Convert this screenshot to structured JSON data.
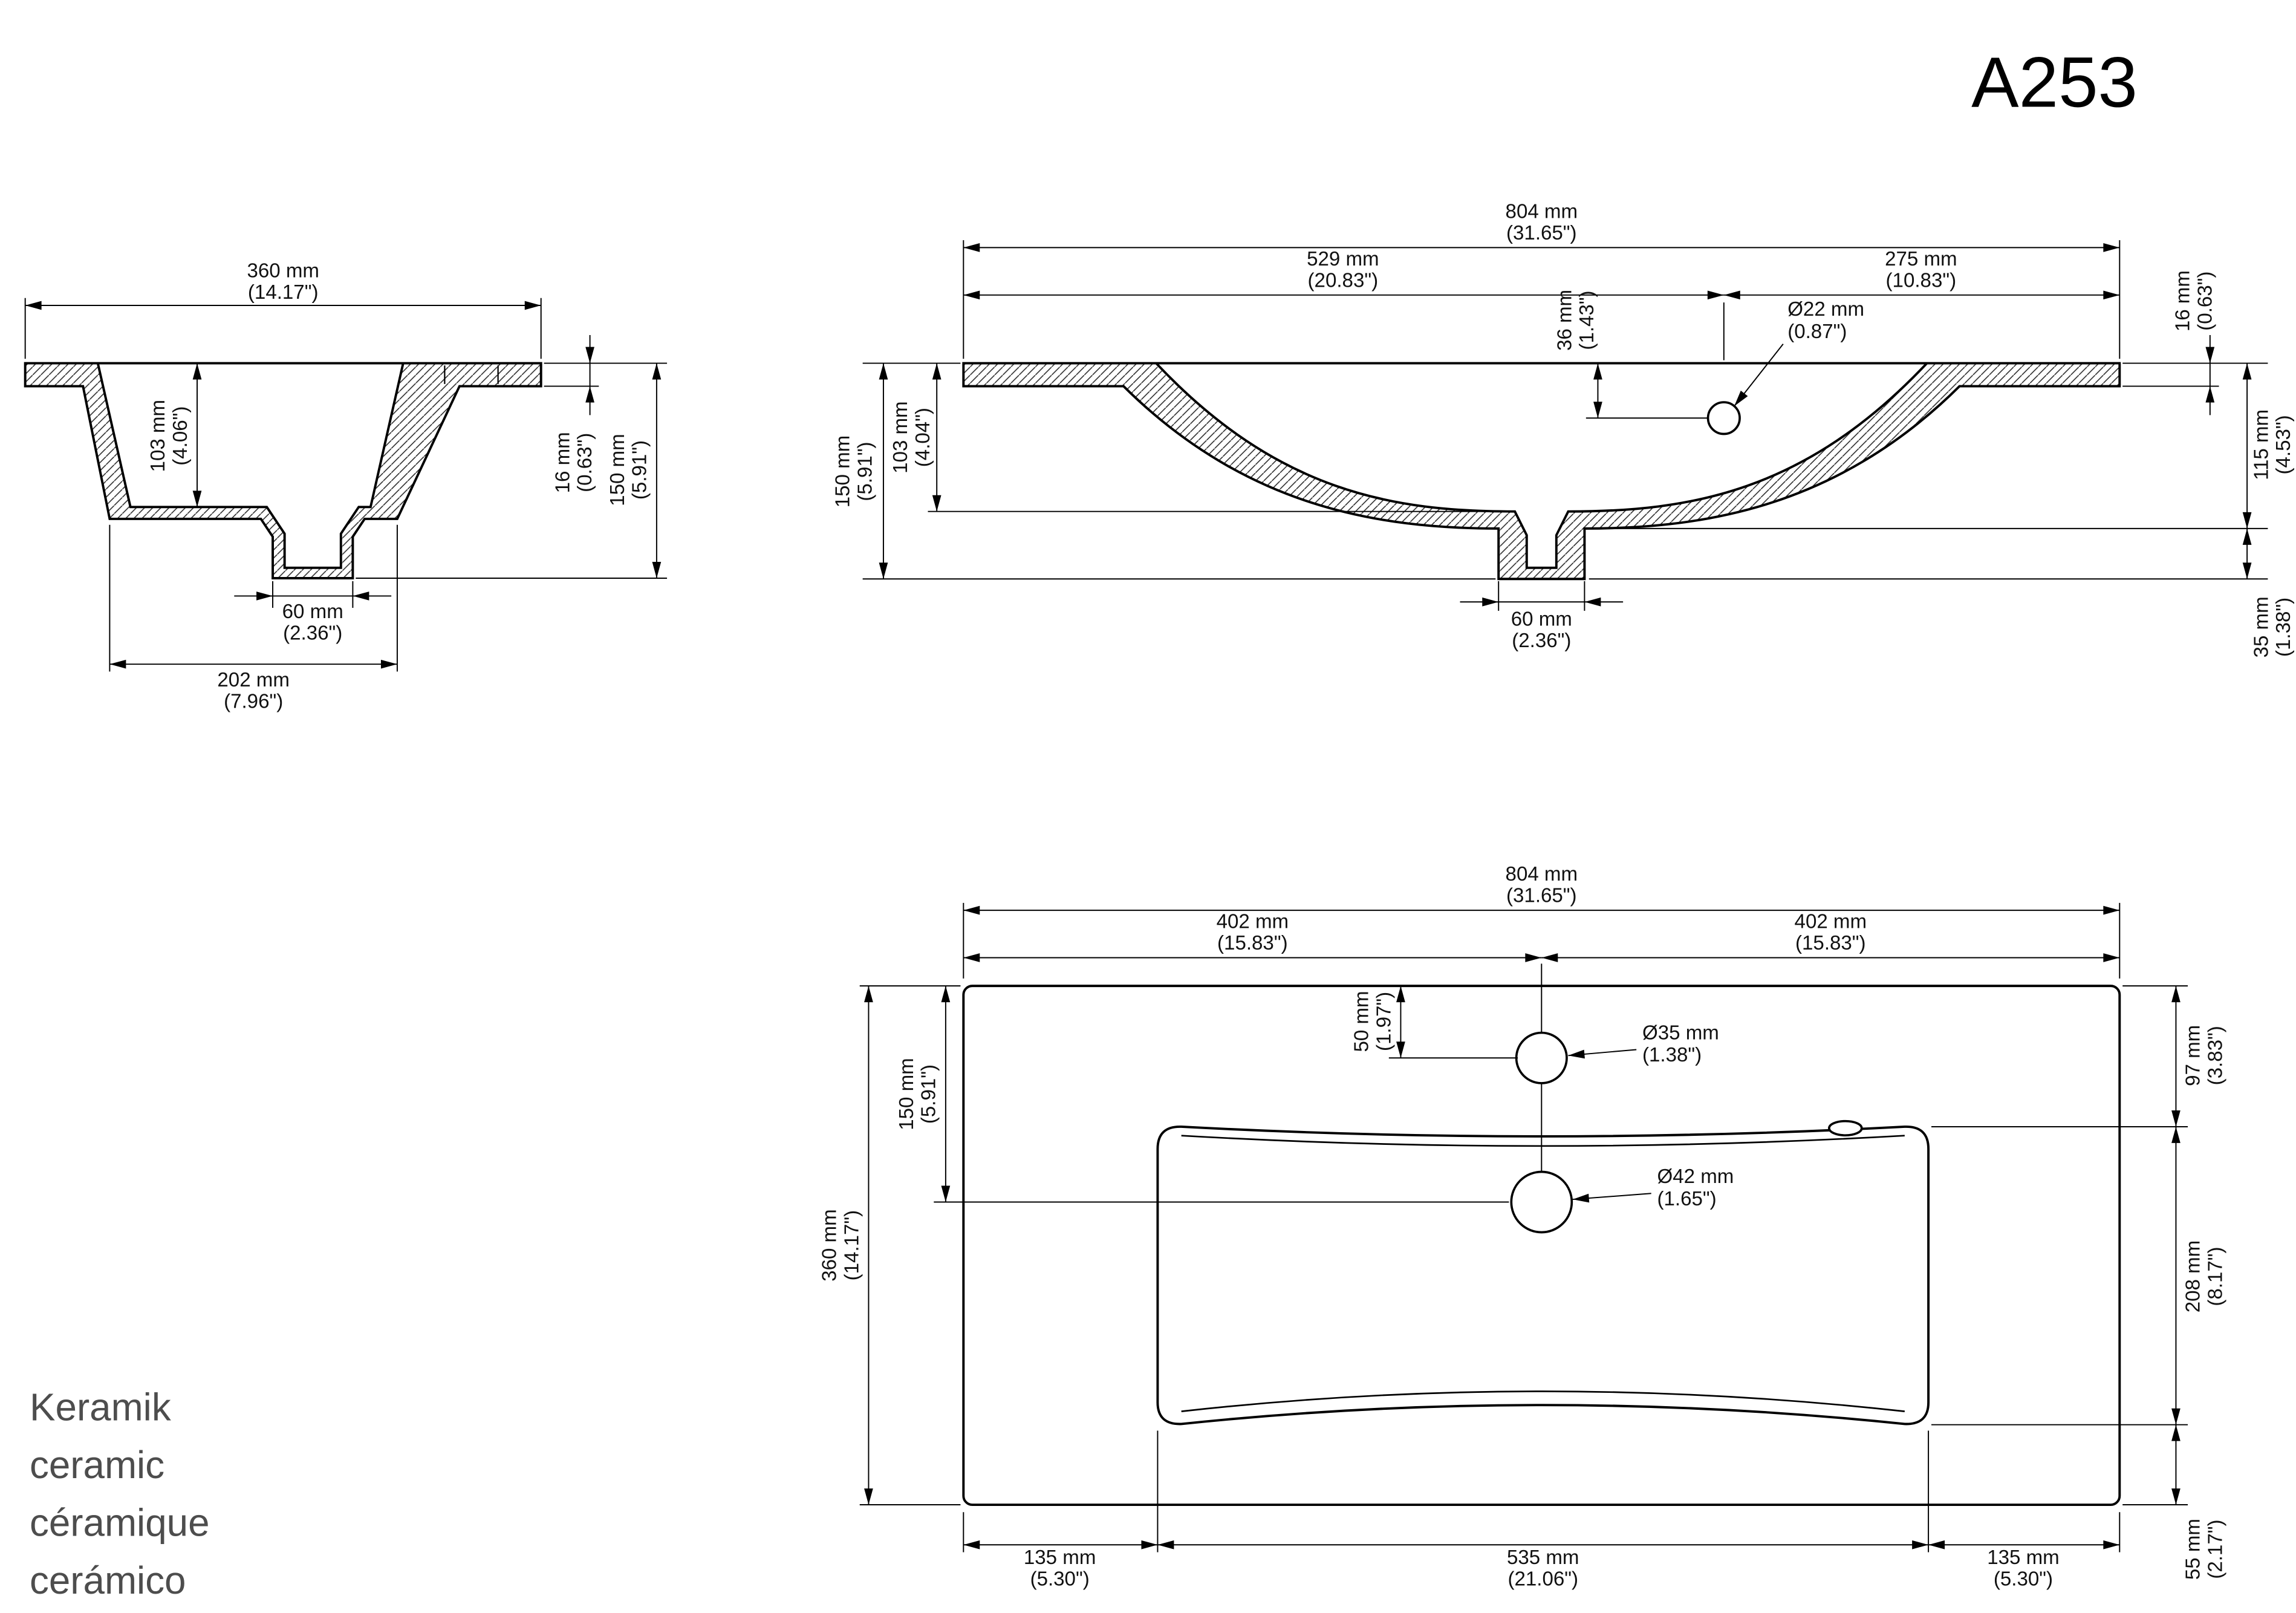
{
  "title": "A253",
  "materials": [
    "Keramik",
    "ceramic",
    "céramique",
    "cerámico"
  ],
  "side_view": {
    "width": {
      "mm": "360 mm",
      "in": "(14.17\")"
    },
    "depth": {
      "mm": "103 mm",
      "in": "(4.06\")"
    },
    "rim": {
      "mm": "16 mm",
      "in": "(0.63\")"
    },
    "height": {
      "mm": "150 mm",
      "in": "(5.91\")"
    },
    "drain": {
      "mm": "60 mm",
      "in": "(2.36\")"
    },
    "base": {
      "mm": "202 mm",
      "in": "(7.96\")"
    }
  },
  "front_view": {
    "width": {
      "mm": "804 mm",
      "in": "(31.65\")"
    },
    "left": {
      "mm": "529 mm",
      "in": "(20.83\")"
    },
    "right": {
      "mm": "275 mm",
      "in": "(10.83\")"
    },
    "overflow_depth": {
      "mm": "36 mm",
      "in": "(1.43\")"
    },
    "overflow_hole": {
      "mm": "Ø22 mm",
      "in": "(0.87\")"
    },
    "rim": {
      "mm": "16 mm",
      "in": "(0.63\")"
    },
    "height": {
      "mm": "150 mm",
      "in": "(5.91\")"
    },
    "depth": {
      "mm": "103 mm",
      "in": "(4.04\")"
    },
    "body": {
      "mm": "115 mm",
      "in": "(4.53\")"
    },
    "drain_h": {
      "mm": "35 mm",
      "in": "(1.38\")"
    },
    "drain_w": {
      "mm": "60 mm",
      "in": "(2.36\")"
    }
  },
  "plan_view": {
    "width": {
      "mm": "804 mm",
      "in": "(31.65\")"
    },
    "half_l": {
      "mm": "402 mm",
      "in": "(15.83\")"
    },
    "half_r": {
      "mm": "402 mm",
      "in": "(15.83\")"
    },
    "faucet_off": {
      "mm": "50 mm",
      "in": "(1.97\")"
    },
    "drain_off": {
      "mm": "150 mm",
      "in": "(5.91\")"
    },
    "depth": {
      "mm": "360 mm",
      "in": "(14.17\")"
    },
    "faucet_hole": {
      "mm": "Ø35 mm",
      "in": "(1.38\")"
    },
    "drain_hole": {
      "mm": "Ø42 mm",
      "in": "(1.65\")"
    },
    "back": {
      "mm": "97 mm",
      "in": "(3.83\")"
    },
    "basin": {
      "mm": "208 mm",
      "in": "(8.17\")"
    },
    "front": {
      "mm": "55 mm",
      "in": "(2.17\")"
    },
    "margin_l": {
      "mm": "135 mm",
      "in": "(5.30\")"
    },
    "basin_w": {
      "mm": "535 mm",
      "in": "(21.06\")"
    },
    "margin_r": {
      "mm": "135 mm",
      "in": "(5.30\")"
    }
  }
}
